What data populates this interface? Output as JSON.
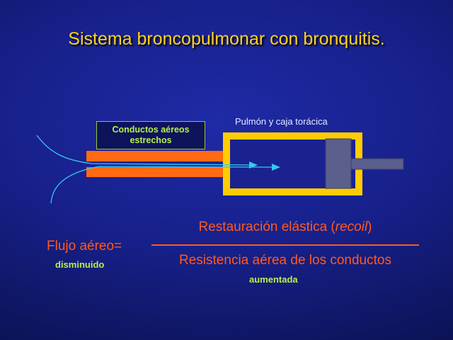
{
  "slide": {
    "title": "Sistema broncopulmonar con bronquitis."
  },
  "diagram": {
    "narrow_airways_label_line1": "Conductos aéreos",
    "narrow_airways_label_line2": "estrechos",
    "lung_chest_label": "Pulmón y caja torácica"
  },
  "formula": {
    "lhs": "Flujo aéreo=",
    "lhs_qualifier": "disminuido",
    "numerator_prefix": "Restauración elástica (",
    "numerator_italic": "recoil",
    "numerator_suffix": ")",
    "denominator": "Resistencia aérea de los conductos",
    "denominator_qualifier": "aumentada"
  },
  "colors": {
    "title": "#ffd21c",
    "airway_tube": "#ff6a13",
    "chamber_frame": "#ffcc00",
    "formula_text": "#ff5a1e",
    "qualifier_text": "#b6f04a",
    "flow_line": "#35c8ee"
  }
}
